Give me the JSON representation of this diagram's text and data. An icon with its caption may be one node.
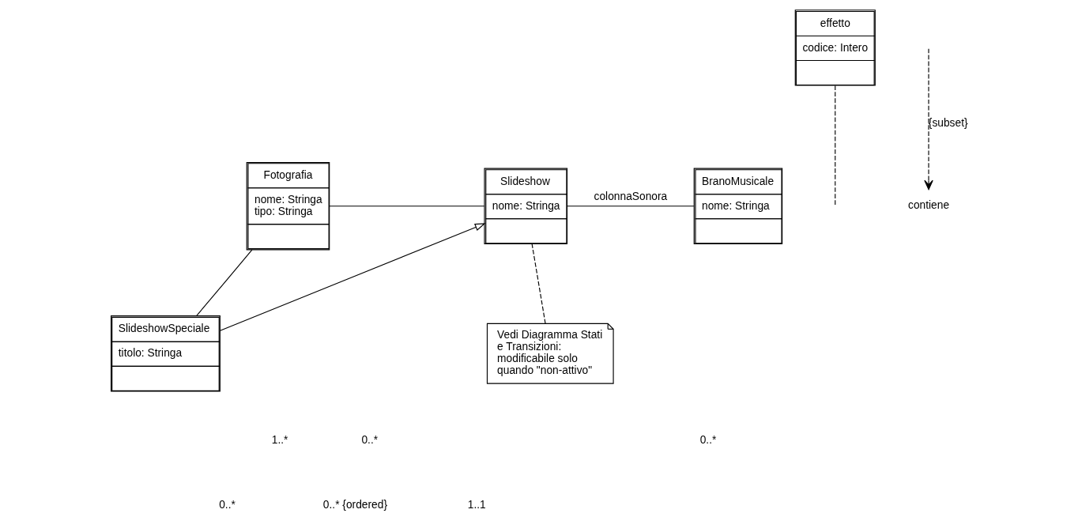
{
  "diagram": {
    "nodes": [
      {
        "text": [
          "Fotografia",
          "nome: Stringa",
          "tipo: Stringa"
        ]
      },
      {
        "text": [
          "Slideshow",
          "nome: Stringa"
        ]
      },
      {
        "text": [
          "BranoMusicale",
          "nome: Stringa"
        ]
      },
      {
        "text": [
          "SlideshowSpeciale",
          "titolo: Stringa"
        ]
      },
      {
        "text": [
          "Vedi Diagramma Stati e Transizioni: modificabile solo quando \"non-attivo\""
        ]
      },
      {
        "text": [
          "effetto",
          "codice: Intero"
        ]
      },
      {
        "text": [
          "contiene"
        ]
      }
    ],
    "edges": [
      {
        "from": 0,
        "to": 1,
        "arrow": "none"
      },
      {
        "from": 1,
        "to": 2,
        "arrow": "none",
        "label": "colonnaSonora"
      },
      {
        "from": 0,
        "to": 3,
        "arrow": "none"
      },
      {
        "from": 3,
        "to": 1,
        "arrow": "to"
      },
      {
        "from": 1,
        "to": 4,
        "arrow": "none",
        "style": "dashed"
      },
      {
        "from": 5,
        "to": null,
        "arrow": "none",
        "style": "dashed"
      },
      {
        "from": null,
        "to": 6,
        "arrow": "to",
        "style": "dashed",
        "label": "{subset}"
      }
    ],
    "labels": [
      "1..*",
      "0..* {ordered}",
      "0..*",
      "1..1",
      "0..*",
      "0..*"
    ]
  }
}
